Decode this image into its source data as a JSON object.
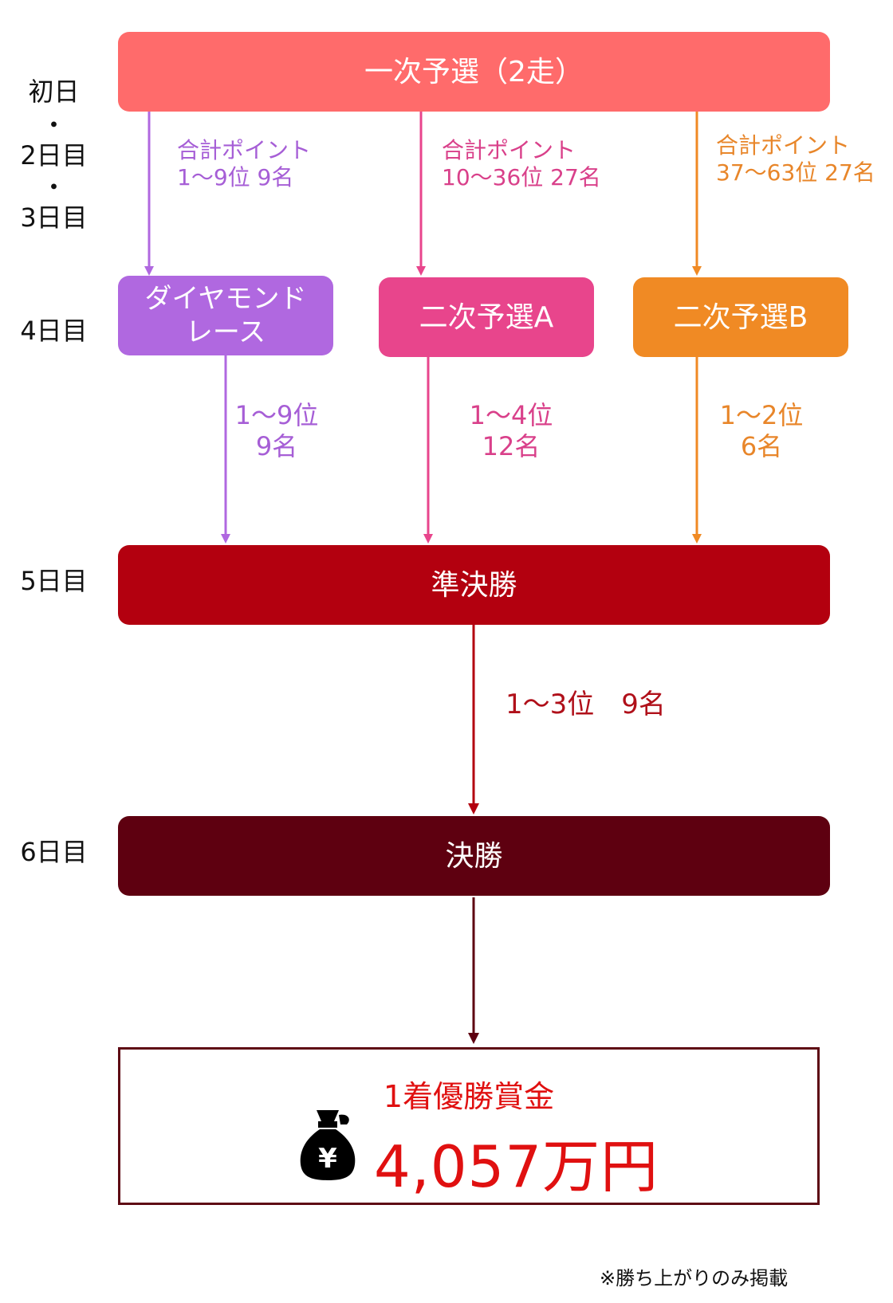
{
  "days": {
    "day1": "初日",
    "sep1": "・",
    "day2": "2日目",
    "sep2": "・",
    "day3": "3日目",
    "day4": "4日目",
    "day5": "5日目",
    "day6": "6日目"
  },
  "stages": {
    "first_round": "一次予選（2走）",
    "diamond_race_l1": "ダイヤモンド",
    "diamond_race_l2": "レース",
    "second_round_a": "二次予選A",
    "second_round_b": "二次予選B",
    "semi_final": "準決勝",
    "final": "決勝"
  },
  "labels": {
    "to_diamond_l1": "合計ポイント",
    "to_diamond_l2": "1〜9位 9名",
    "to_a_l1": "合計ポイント",
    "to_a_l2": "10〜36位 27名",
    "to_b_l1": "合計ポイント",
    "to_b_l2": "37〜63位 27名",
    "diamond_adv_l1": "1〜9位",
    "diamond_adv_l2": "9名",
    "a_adv_l1": "1〜4位",
    "a_adv_l2": "12名",
    "b_adv_l1": "1〜2位",
    "b_adv_l2": "6名",
    "semi_adv": "1〜3位　9名"
  },
  "prize": {
    "title": "1着優勝賞金",
    "amount": "4,057万円",
    "icon": "money-bag-yen-icon"
  },
  "note": "※勝ち上がりのみ掲載",
  "colors": {
    "first_round": "#ff6b6b",
    "diamond": "#b068e0",
    "second_a": "#e8458c",
    "second_b": "#f08a24",
    "semi": "#b3000f",
    "final": "#5e0010",
    "prize_text": "#e01010",
    "purple_text": "#a65ed6",
    "pink_text": "#d9408a",
    "orange_text": "#e8862a",
    "red_text": "#b0101a"
  }
}
